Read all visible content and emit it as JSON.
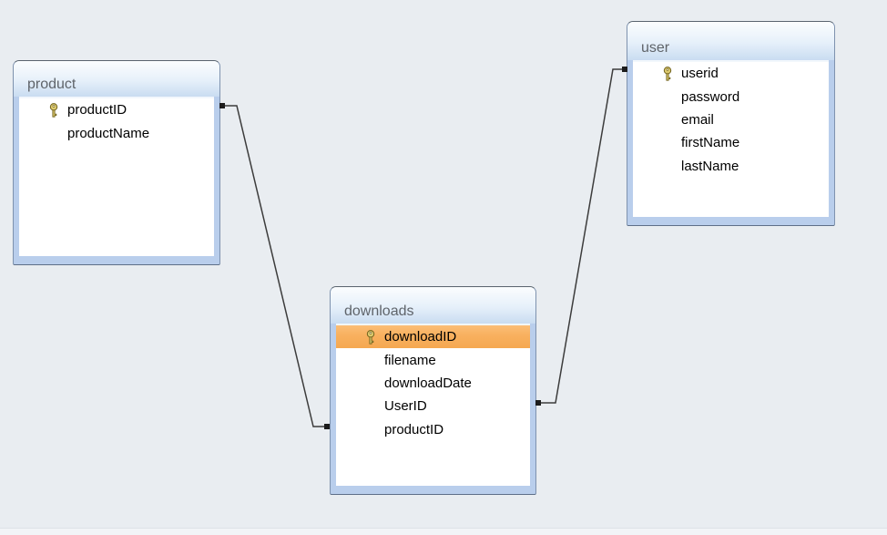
{
  "diagram": {
    "kind": "database-relationships",
    "tables": [
      {
        "id": "product",
        "title": "product",
        "fields": [
          {
            "name": "productID",
            "primary_key": true,
            "selected": false
          },
          {
            "name": "productName",
            "primary_key": false,
            "selected": false
          }
        ]
      },
      {
        "id": "downloads",
        "title": "downloads",
        "fields": [
          {
            "name": "downloadID",
            "primary_key": true,
            "selected": true
          },
          {
            "name": "filename",
            "primary_key": false,
            "selected": false
          },
          {
            "name": "downloadDate",
            "primary_key": false,
            "selected": false
          },
          {
            "name": "UserID",
            "primary_key": false,
            "selected": false
          },
          {
            "name": "productID",
            "primary_key": false,
            "selected": false
          }
        ]
      },
      {
        "id": "user",
        "title": "user",
        "fields": [
          {
            "name": "userid",
            "primary_key": true,
            "selected": false
          },
          {
            "name": "password",
            "primary_key": false,
            "selected": false
          },
          {
            "name": "email",
            "primary_key": false,
            "selected": false
          },
          {
            "name": "firstName",
            "primary_key": false,
            "selected": false
          },
          {
            "name": "lastName",
            "primary_key": false,
            "selected": false
          }
        ]
      }
    ],
    "relationships": [
      {
        "from": "product.productID",
        "to": "downloads.productID"
      },
      {
        "from": "downloads.UserID",
        "to": "user.userid"
      }
    ],
    "selected_field": "downloads.downloadID",
    "icons": {
      "primary_key": "key-icon"
    }
  },
  "colors": {
    "canvas_bg": "#E9EDF1",
    "table_frame": "#B9CEEC",
    "table_border": "#7E92AE",
    "header_gradient_top": "#FBFDFE",
    "header_gradient_bottom": "#C9DCF1",
    "title_text": "#5F646A",
    "field_text": "#000000",
    "selection_orange": "#F8B05E",
    "relationship_line": "#3C3C3C",
    "key_icon_gold": "#DCC96E"
  }
}
